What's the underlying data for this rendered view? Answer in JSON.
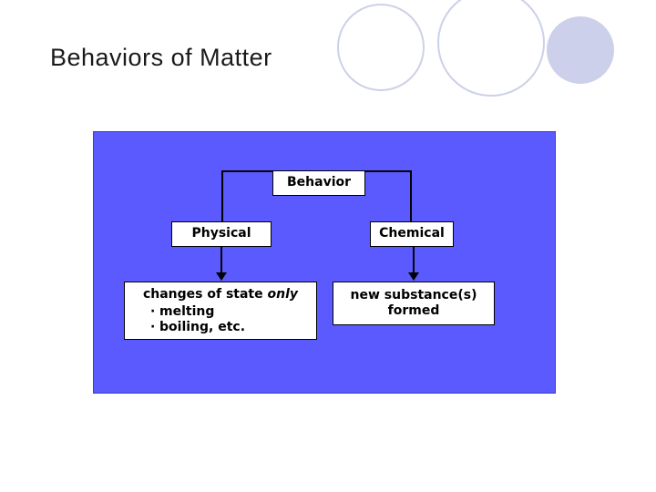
{
  "slide": {
    "title": "Behaviors of Matter",
    "background_color": "#ffffff",
    "panel_color": "#5a5aff",
    "decor_color": "#ccd0ea"
  },
  "diagram": {
    "type": "flowchart",
    "root": {
      "label": "Behavior"
    },
    "branches": [
      {
        "label": "Physical",
        "detail_line_1_plain": "changes of state ",
        "detail_line_1_emph": "only",
        "detail_bullets": [
          "melting",
          "boiling, etc."
        ]
      },
      {
        "label": "Chemical",
        "detail_line_1_plain": "new substance(s)",
        "detail_line_2": "formed"
      }
    ]
  }
}
